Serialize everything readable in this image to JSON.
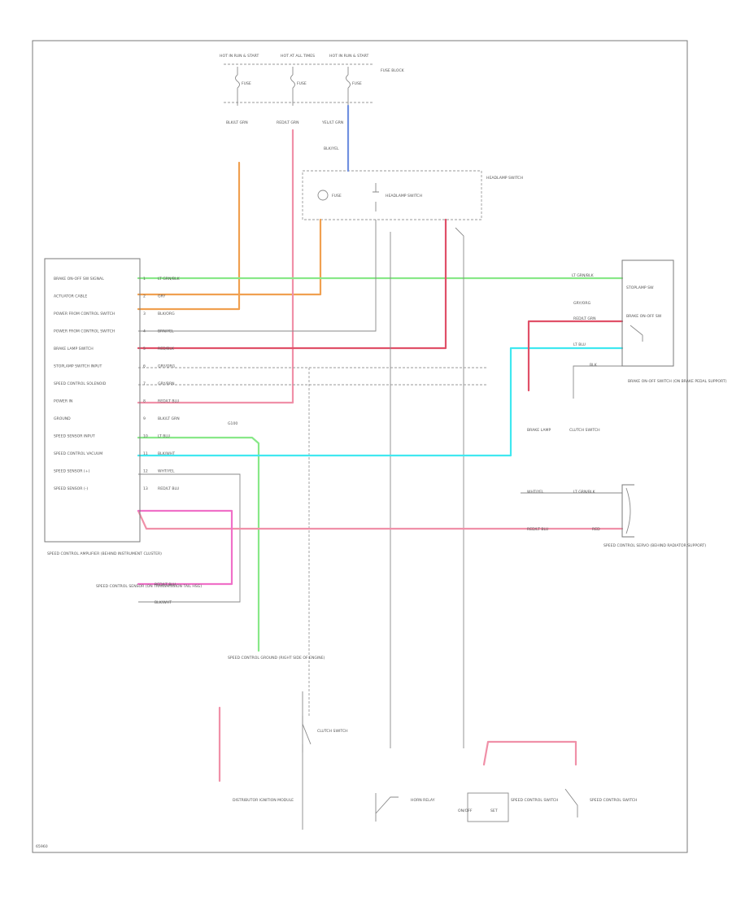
{
  "colors": {
    "green": "#88e888",
    "orange": "#f0a050",
    "red": "#e05068",
    "pink": "#f070c8",
    "lightpink": "#f090a8",
    "cyan": "#40e8f0",
    "blue": "#7090e0",
    "gray": "#8a8a8a",
    "lightgray": "#c8c8c8"
  },
  "fuse_labels": [
    "HOT IN RUN & START",
    "HOT AT ALL TIMES",
    "HOT IN RUN & START"
  ],
  "fuse_box_label": "FUSE BLOCK",
  "fuse_names": [
    "FUSE",
    "FUSE",
    "FUSE"
  ],
  "wire_codes_top": [
    "BLK/LT GRN",
    "RED/LT GRN",
    "YEL/LT GRN",
    "BLK/YEL"
  ],
  "switch_box_label": "HEADLAMP SWITCH",
  "switch_items": [
    "FUSE",
    "HEADLAMP SWITCH"
  ],
  "module_label": "SPEED CONTROL AMPLIFIER (BEHIND INSTRUMENT CLUSTER)",
  "module_pins": [
    "BRAKE ON-OFF SW SIGNAL",
    "ACTUATOR CABLE",
    "POWER FROM CONTROL SWITCH",
    "POWER FROM CONTROL SWITCH",
    "BRAKE LAMP SWITCH",
    "STOPLAMP SWITCH INPUT",
    "SPEED CONTROL SOLENOID",
    "POWER IN",
    "GROUND",
    "SPEED SENSOR INPUT",
    "SPEED CONTROL VACUUM",
    "SPEED SENSOR (+)",
    "SPEED SENSOR (-)"
  ],
  "pin_wire_codes": [
    "LT GRN/BLK",
    "GRY",
    "BLK/ORG",
    "BRN/YEL",
    "RED/BLK",
    "GRY/ORG",
    "GRY/BRN",
    "RED/LT BLU",
    "BLK/LT GRN",
    "LT BLU",
    "BLK/WHT",
    "WHT/YEL",
    "RED/LT BLU"
  ],
  "pin_numbers": [
    "1",
    "2",
    "3",
    "4",
    "5",
    "6",
    "7",
    "8",
    "9",
    "10",
    "11",
    "12",
    "13"
  ],
  "ground_label": "G100",
  "right_switch_label": "BRAKE ON-OFF SWITCH (ON BRAKE PEDAL SUPPORT)",
  "right_switch_items": [
    "STOPLAMP SW",
    "BRAKE ON-OFF SW"
  ],
  "right_wires": [
    "LT GRN/BLK",
    "GRY/ORG",
    "RED/LT GRN",
    "LT BLU",
    "BLK"
  ],
  "right_lower_labels": [
    "BRAKE LAMP",
    "CLUTCH SWITCH"
  ],
  "sensor_label": "SPEED CONTROL SERVO (BEHIND RADIATOR SUPPORT)",
  "sensor_wires": [
    "WHT/YEL",
    "LT GRN/BLK",
    "RED/LT BLU",
    "RED"
  ],
  "left_bottom_label": "SPEED CONTROL SENSOR (ON TRANSMISSION TAIL HSG)",
  "ground_bottom_label": "SPEED CONTROL GROUND (RIGHT SIDE OF ENGINE)",
  "bottom_components": [
    "DISTRIBUTOR IGNITION MODULE",
    "CLUTCH SWITCH",
    "HORN RELAY",
    "SPEED CONTROL SWITCH",
    "SPEED CONTROL SWITCH"
  ],
  "bottom_switch_labels": [
    "ON/OFF",
    "SET"
  ],
  "diagram_id": "65960",
  "left_bottom_wires": [
    "RED/LT BLU",
    "BLK/WHT"
  ]
}
